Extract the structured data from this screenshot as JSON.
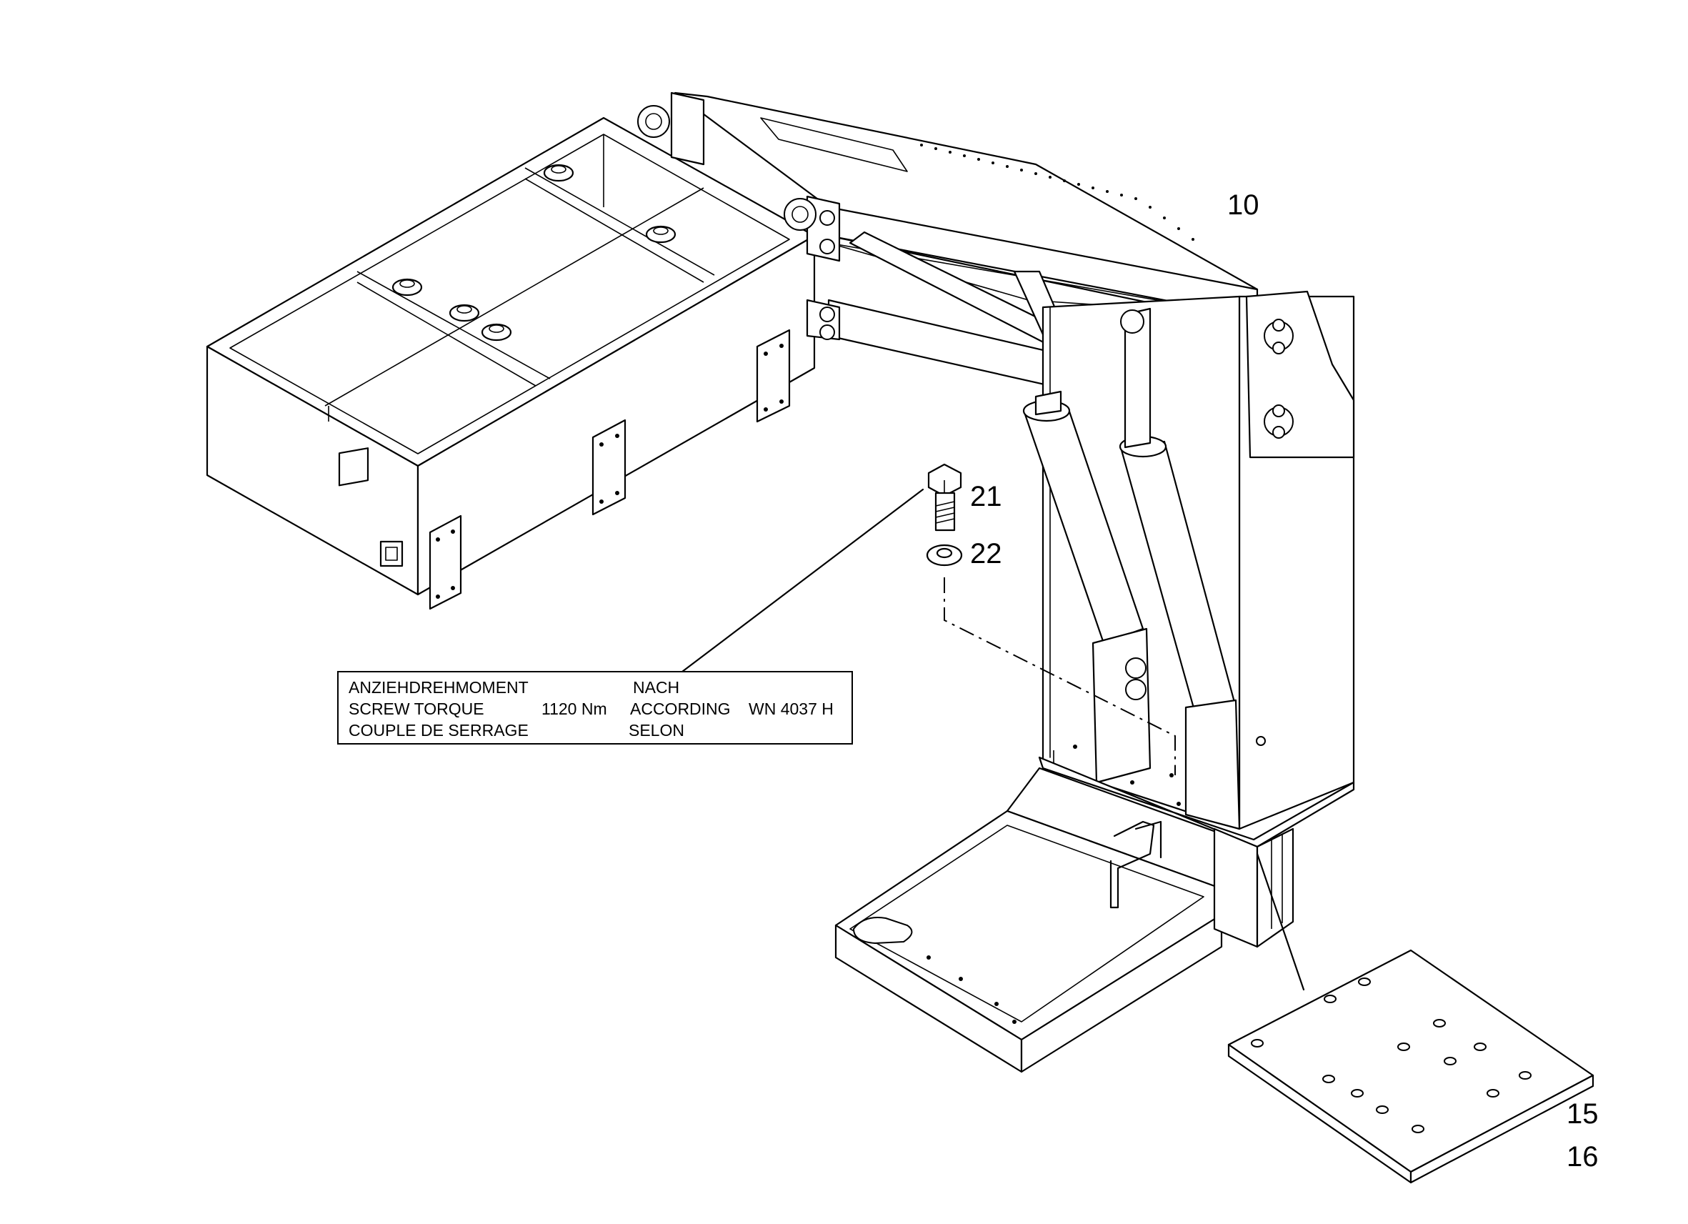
{
  "callouts": {
    "c10": "10",
    "c21": "21",
    "c22": "22",
    "c15": "15",
    "c16": "16"
  },
  "torque_note": {
    "line1_left": "ANZIEHDREHMOMENT",
    "line1_right": "NACH",
    "line2_left": "SCREW TORQUE",
    "line2_value": "1120 Nm",
    "line2_right": "ACCORDING",
    "line2_standard": "WN 4037 H",
    "line3_left": "COUPLE DE SERRAGE",
    "line3_right": "SELON"
  }
}
